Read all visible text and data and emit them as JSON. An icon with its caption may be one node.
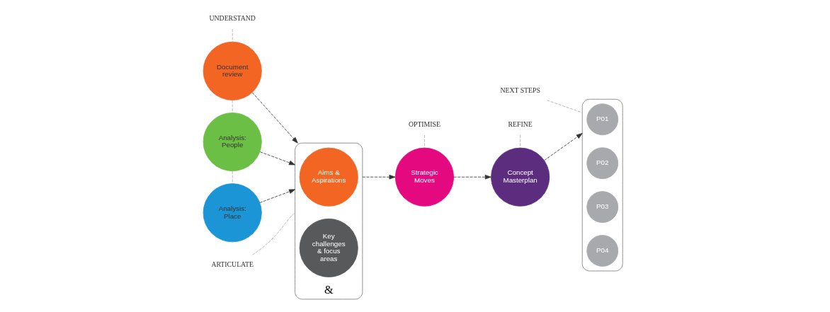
{
  "diagram": {
    "nodes": [
      {
        "text": [
          "UNDERSTAND"
        ]
      },
      {
        "text": [
          "Document review"
        ]
      },
      {
        "text": [
          "Analysis: People"
        ]
      },
      {
        "text": [
          "Analysis: Place"
        ]
      },
      {
        "text": [
          "ARTICULATE"
        ]
      },
      {
        "text": [
          "&"
        ]
      },
      {
        "text": [
          "Aims & Aspirations"
        ],
        "in": 5
      },
      {
        "text": [
          "Key challenges & focus areas"
        ],
        "in": 5
      },
      {
        "text": [
          "OPTIMISE"
        ]
      },
      {
        "text": [
          "Strategic Moves"
        ]
      },
      {
        "text": [
          "REFINE"
        ]
      },
      {
        "text": [
          "Concept Masterplan"
        ]
      },
      {
        "text": [
          "NEXT STEPS"
        ]
      },
      {
        "text": [],
        "shape": "box"
      },
      {
        "text": [
          "P01"
        ],
        "in": 13
      },
      {
        "text": [
          "P02"
        ],
        "in": 13
      },
      {
        "text": [
          "P03"
        ],
        "in": 13
      },
      {
        "text": [
          "P04"
        ],
        "in": 13
      }
    ],
    "edges": [
      {
        "from": 0,
        "to": 1,
        "arrow": "none",
        "style": "dashed",
        "color": "#aaaaaa"
      },
      {
        "from": 1,
        "to": 2,
        "arrow": "none",
        "style": "dashed",
        "color": "#aaaaaa"
      },
      {
        "from": 2,
        "to": 3,
        "arrow": "none",
        "style": "dashed",
        "color": "#aaaaaa"
      },
      {
        "from": 4,
        "to": 5,
        "arrow": "none",
        "style": "dashed",
        "color": "#aaaaaa"
      },
      {
        "from": 1,
        "to": 5,
        "arrow": "to",
        "style": "dashed",
        "color": "#333333"
      },
      {
        "from": 2,
        "to": 5,
        "arrow": "to",
        "style": "dashed",
        "color": "#333333"
      },
      {
        "from": 3,
        "to": 5,
        "arrow": "to",
        "style": "dashed",
        "color": "#333333"
      },
      {
        "from": 5,
        "to": 9,
        "arrow": "to",
        "style": "dashed",
        "color": "#333333"
      },
      {
        "from": 8,
        "to": 9,
        "arrow": "none",
        "style": "dashed",
        "color": "#aaaaaa"
      },
      {
        "from": 9,
        "to": 11,
        "arrow": "to",
        "style": "dashed",
        "color": "#333333"
      },
      {
        "from": 10,
        "to": 11,
        "arrow": "none",
        "style": "dashed",
        "color": "#aaaaaa"
      },
      {
        "from": 11,
        "to": 13,
        "arrow": "to",
        "style": "dashed",
        "color": "#333333"
      },
      {
        "from": 12,
        "to": 13,
        "arrow": "none",
        "style": "dashed",
        "color": "#aaaaaa"
      }
    ]
  }
}
